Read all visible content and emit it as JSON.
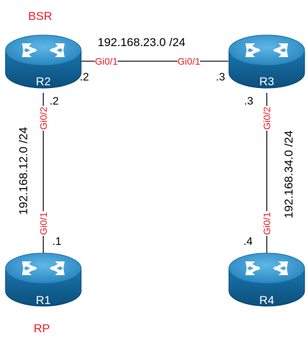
{
  "routers": {
    "r2": {
      "name": "R2",
      "role": "BSR"
    },
    "r3": {
      "name": "R3"
    },
    "r1": {
      "name": "R1",
      "role": "RP"
    },
    "r4": {
      "name": "R4"
    }
  },
  "links": {
    "r2_r3": {
      "subnet": "192.168.23.0 /24",
      "a_intf": "Gi0/1",
      "a_ip": ".2",
      "b_intf": "Gi0/1",
      "b_ip": ".3"
    },
    "r2_r1": {
      "subnet": "192.168.12.0 /24",
      "a_intf": "Gi0/2",
      "a_ip": ".2",
      "b_intf": "Gi0/1",
      "b_ip": ".1"
    },
    "r3_r4": {
      "subnet": "192.168.34.0 /24",
      "a_intf": "Gi0/2",
      "a_ip": ".3",
      "b_intf": "Gi0/1",
      "b_ip": ".4"
    }
  },
  "colors": {
    "router_top": "#3f9bd1",
    "router_side": "#0f5f92",
    "label_red": "#ee1c25"
  }
}
